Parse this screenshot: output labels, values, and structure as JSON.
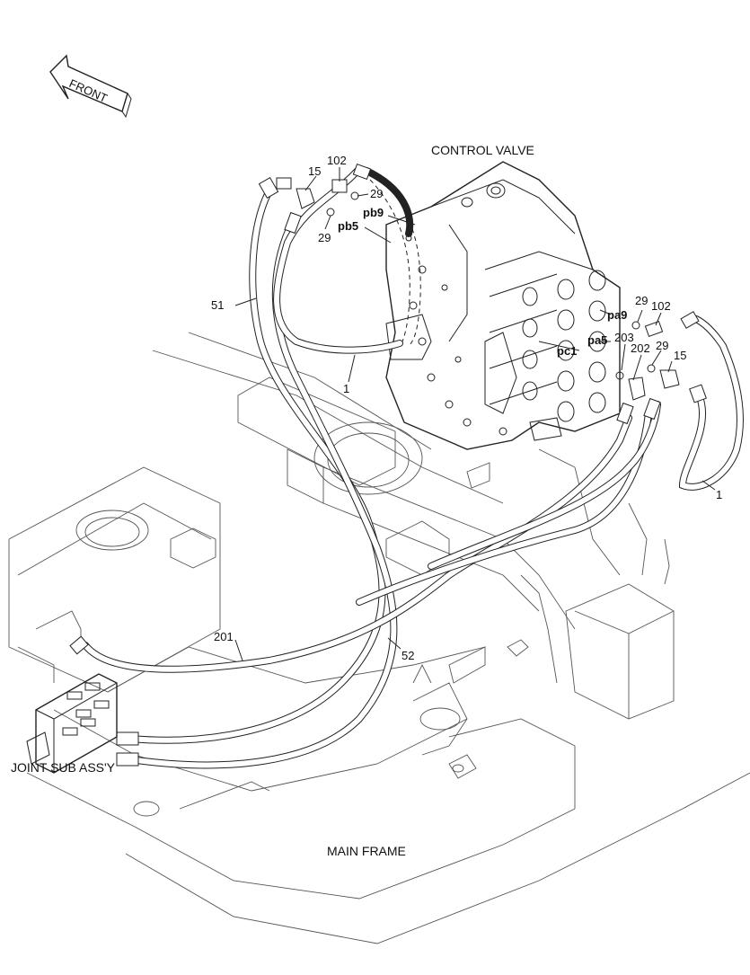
{
  "labels": {
    "front": "FRONT",
    "control_valve": "CONTROL VALVE",
    "main_frame": "MAIN FRAME",
    "joint_sub_assy": "JOINT SUB ASS'Y"
  },
  "callouts": {
    "c15_left": "15",
    "c102_left": "102",
    "c29_left_top": "29",
    "pb9": "pb9",
    "pb5": "pb5",
    "c29_left_bot": "29",
    "c51": "51",
    "c1_left": "1",
    "c29_right": "29",
    "c102_right": "102",
    "pa9": "pa9",
    "pa5": "pa5",
    "c203": "203",
    "c202": "202",
    "c29_right_b": "29",
    "pc1": "pc1",
    "c15_right": "15",
    "c1_right": "1",
    "c201": "201",
    "c52": "52"
  }
}
